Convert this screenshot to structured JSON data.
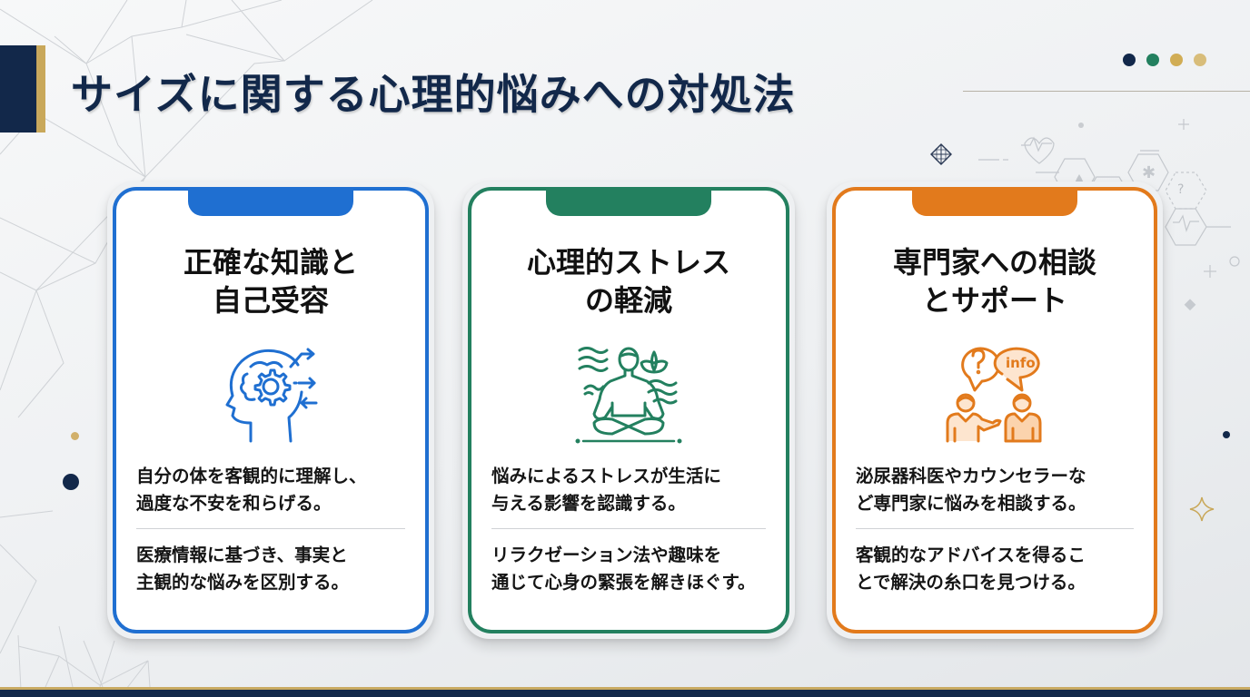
{
  "slide": {
    "title": "サイズに関する心理的悩みへの対処法",
    "colors": {
      "navy": "#12284a",
      "gold": "#c9a85a",
      "blue": "#1f6fd1",
      "green": "#23805f",
      "orange": "#e27a1c"
    },
    "decor_dots": [
      {
        "name": "navy-dot",
        "color": "#12284a"
      },
      {
        "name": "green-dot",
        "color": "#23805f"
      },
      {
        "name": "gold-dot",
        "color": "#d1ad55"
      },
      {
        "name": "light-gold-dot",
        "color": "#d8bd7a"
      }
    ]
  },
  "cards": [
    {
      "id": "knowledge",
      "accent": "#1f6fd1",
      "icon": "head-gear-icon",
      "title_lines": [
        "正確な知識と",
        "自己受容"
      ],
      "points": [
        [
          "自分の体を客観的に理解し、",
          "過度な不安を和らげる。"
        ],
        [
          "医療情報に基づき、事実と",
          "主観的な悩みを区別する。"
        ]
      ]
    },
    {
      "id": "stress",
      "accent": "#23805f",
      "icon": "meditation-icon",
      "title_lines": [
        "心理的ストレス",
        "の軽減"
      ],
      "points": [
        [
          "悩みによるストレスが生活に",
          "与える影響を認識する。"
        ],
        [
          "リラクゼーション法や趣味を",
          "通じて心身の緊張を解きほぐす。"
        ]
      ]
    },
    {
      "id": "consult",
      "accent": "#e27a1c",
      "icon": "consultation-icon",
      "icon_text": "info",
      "title_lines": [
        "専門家への相談",
        "とサポート"
      ],
      "points": [
        [
          "泌尿器科医やカウンセラーな",
          "ど専門家に悩みを相談する。"
        ],
        [
          "客観的なアドバイスを得るこ",
          "とで解決の糸口を見つける。"
        ]
      ]
    }
  ]
}
